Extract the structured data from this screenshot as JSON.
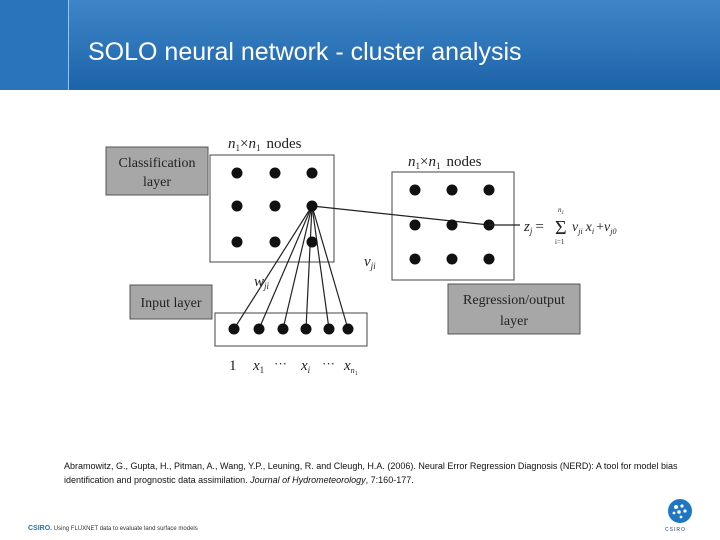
{
  "slide": {
    "title": "SOLO neural network - cluster analysis"
  },
  "diagram": {
    "classification_label_1": "Classification",
    "classification_label_2": "layer",
    "nodes_left": {
      "n1": "n",
      "sub1": "1",
      "times": "×",
      "n2": "n",
      "sub2": "1",
      "word": "nodes"
    },
    "nodes_right": {
      "n1": "n",
      "sub1": "1",
      "times": "×",
      "n2": "n",
      "sub2": "1",
      "word": "nodes"
    },
    "input_label": "Input layer",
    "regression_label_1": "Regression/output",
    "regression_label_2": "layer",
    "v_label": "v",
    "v_sub": "ji",
    "w_label": "w",
    "w_sub": "ji",
    "equation": {
      "lhs": "z",
      "lhs_sub": "j",
      "eq": "=",
      "sum": "Σ",
      "upper": "n",
      "upper_sub": "1",
      "lower": "i=1",
      "v": "v",
      "v_sub": "ji",
      "x": "x",
      "x_sub": "i",
      "plus": "+",
      "v2": "v",
      "v2_sub": "j0"
    },
    "inputs": {
      "one": "1",
      "x1": "x",
      "x1_sub": "1",
      "dots1": "···",
      "xi": "x",
      "xi_sub": "i",
      "dots2": "···",
      "xn": "x",
      "xn_sub": "n",
      "xn_subsub": "1"
    }
  },
  "citation": {
    "text": "Abramowitz, G., Gupta, H., Pitman, A., Wang, Y.P., Leuning, R. and Cleugh, H.A. (2006). Neural Error Regression Diagnosis (NERD): A tool for model bias identification and prognostic data assimilation. ",
    "journal": "Journal of Hydrometeorology",
    "tail": ", 7:160-177."
  },
  "footer": {
    "brand": "CSIRO.",
    "text": " Using FLUXNET data to evaluate land surface models"
  },
  "logo": {
    "word": "CSIRO"
  }
}
